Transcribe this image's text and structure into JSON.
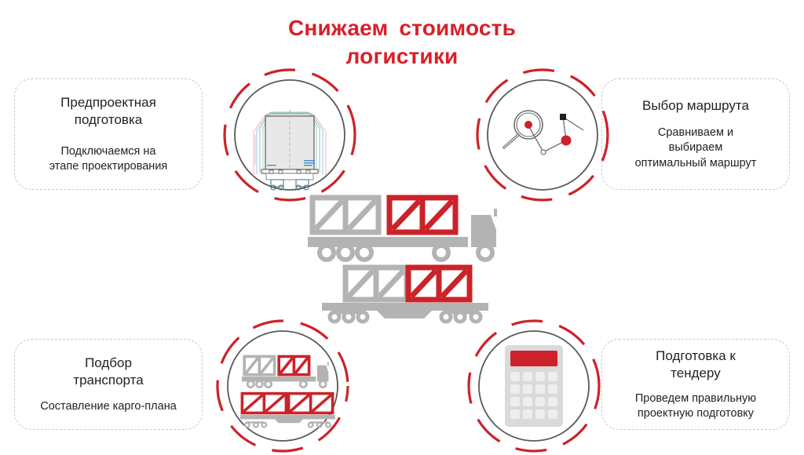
{
  "page": {
    "background": "#ffffff",
    "title": {
      "line1": "Снижаем  стоимость",
      "line2": "логистики",
      "color": "#d8202a"
    }
  },
  "colors": {
    "red": "#cc2229",
    "title_red": "#d8202a",
    "gray": "#b3b3b3",
    "dark_gray": "#59595b",
    "light_gray": "#dcdddf",
    "card_border": "#c8c9cb",
    "text": "#231f20"
  },
  "cards": [
    {
      "id": "card-tl",
      "name": "pre-project-preparation",
      "title": "Предпроектная\nподготовка",
      "subtitle": "Подключаемся на\nэтапе проектирования"
    },
    {
      "id": "card-tr",
      "name": "route-selection",
      "title": "Выбор маршрута",
      "subtitle": "Сравниваем и\nвыбираем\nоптимальный маршрут"
    },
    {
      "id": "card-bl",
      "name": "transport-selection",
      "title": "Подбор\nтранспорта",
      "subtitle": "Составление карго-плана"
    },
    {
      "id": "card-br",
      "name": "tender-preparation",
      "title": "Подготовка к\nтендеру",
      "subtitle": "Проведем правильную\nпроектную подготовку"
    }
  ],
  "icons": [
    {
      "id": "badge-tl",
      "name": "loading-gauge-diagram-icon",
      "description": "Technical clearance/loading gauge drawing of cargo on rail wagon with colored outline profiles"
    },
    {
      "id": "badge-tr",
      "name": "route-magnifier-icon",
      "description": "Magnifying glass inspecting a route network with red and black nodes"
    },
    {
      "id": "badge-bl",
      "name": "truck-and-railcar-icon",
      "description": "Truck with crates above a rail flatcar loaded with red crates"
    },
    {
      "id": "badge-br",
      "name": "calculator-icon",
      "description": "Calculator with red display and grid of gray keys"
    }
  ],
  "center": {
    "truck": {
      "name": "flatbed-truck-with-cargo",
      "description": "Gray flatbed truck carrying one gray crate and one red crate"
    },
    "railcar": {
      "name": "rail-flatcar-with-cargo",
      "description": "Gray rail flatcar carrying one gray crate and one red crate"
    }
  }
}
